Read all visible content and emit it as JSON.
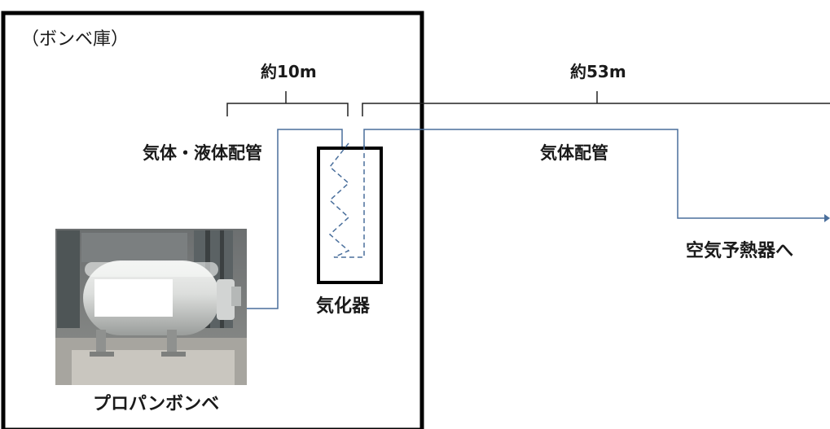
{
  "room_label": "（ボンベ庫）",
  "dimensions": {
    "left": "約10m",
    "right": "約53m"
  },
  "pipes": {
    "gas_liquid": "気体・液体配管",
    "gas": "気体配管"
  },
  "vaporizer_label": "気化器",
  "destination_label": "空気予熱器へ",
  "cylinder_caption": "プロパンボンベ",
  "colors": {
    "pipe": "#4a6f9c",
    "outline": "#000000",
    "dimension_line": "#222222"
  }
}
